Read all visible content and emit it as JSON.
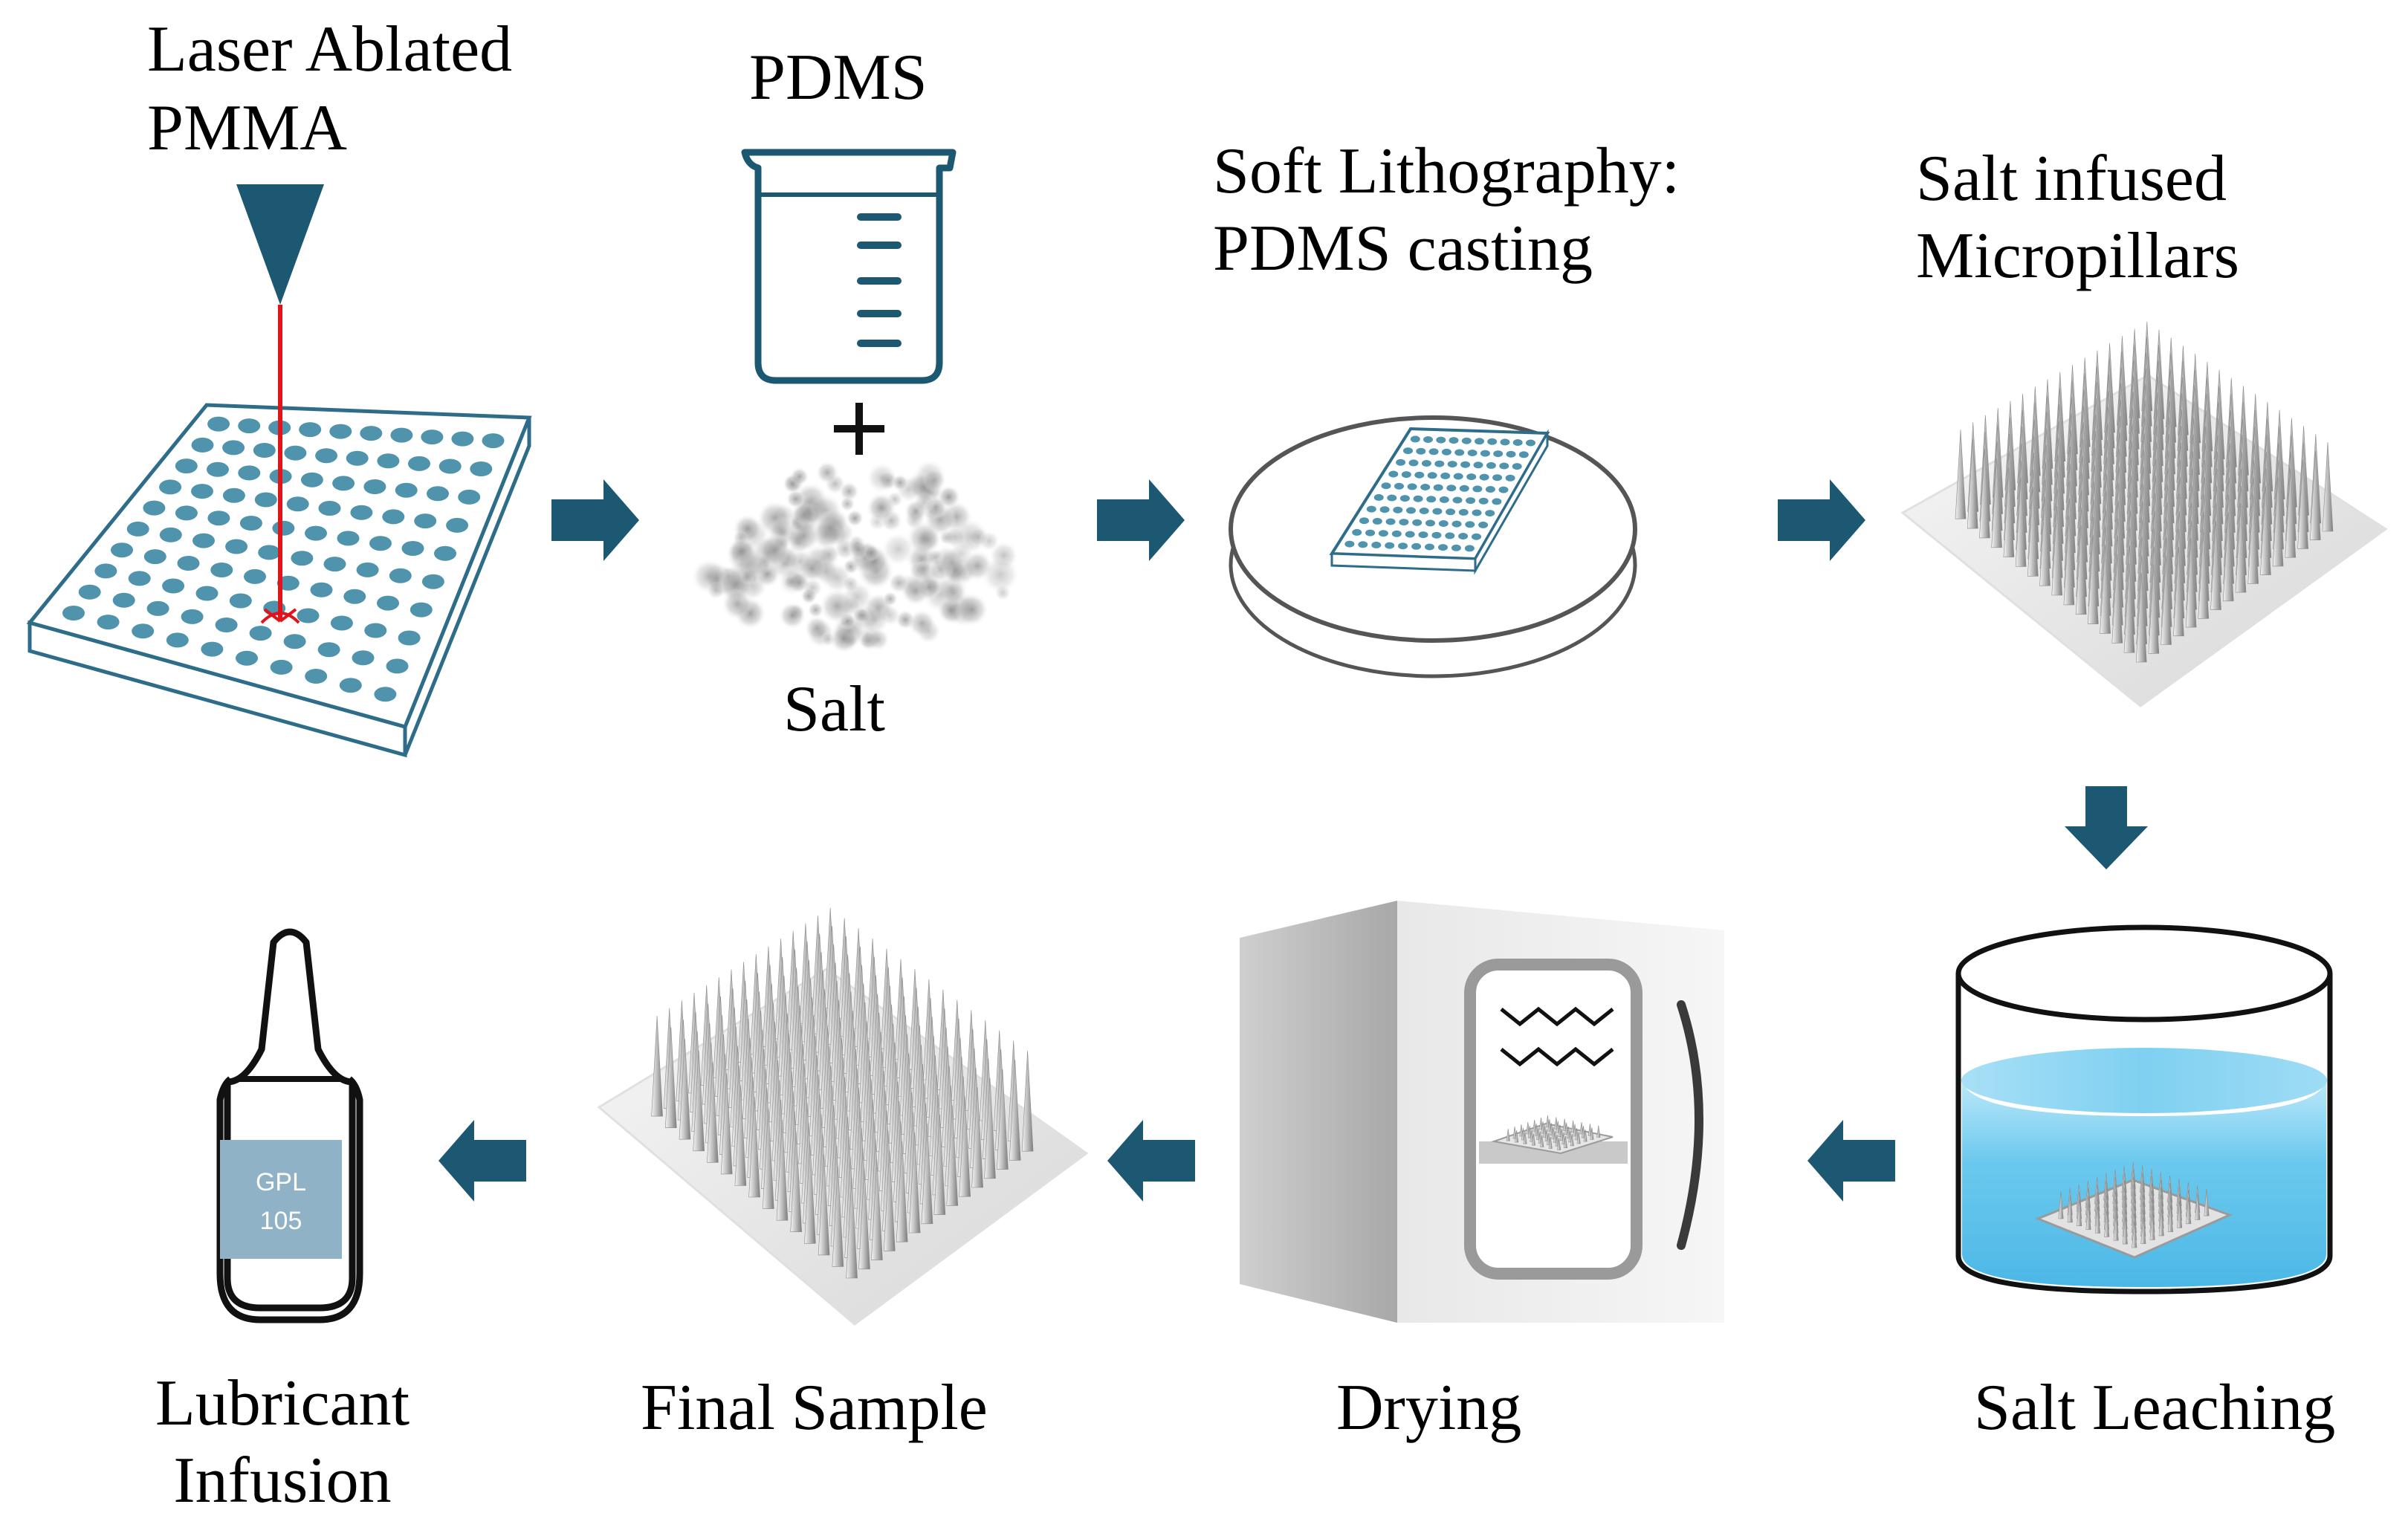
{
  "steps": {
    "laser": {
      "line1": "Laser Ablated",
      "line2": "PMMA"
    },
    "pdms": {
      "title": "PDMS",
      "plus": "+",
      "salt": "Salt"
    },
    "soft": {
      "line1": "Soft Lithography:",
      "line2": "PDMS casting"
    },
    "infused": {
      "line1": "Salt infused",
      "line2": "Micropillars"
    },
    "leaching": {
      "label": "Salt Leaching"
    },
    "drying": {
      "label": "Drying"
    },
    "final": {
      "label": "Final Sample"
    },
    "lubricant": {
      "line1": "Lubricant",
      "line2": "Infusion",
      "bottle_line1": "GPL",
      "bottle_line2": "105"
    }
  },
  "colors": {
    "arrow": "#1d5872",
    "dot": "#4f93ad",
    "outline": "#2d6d8a",
    "laser": "#e0141b",
    "water": "#6cc9ee",
    "label_box": "#8fb2c6"
  }
}
